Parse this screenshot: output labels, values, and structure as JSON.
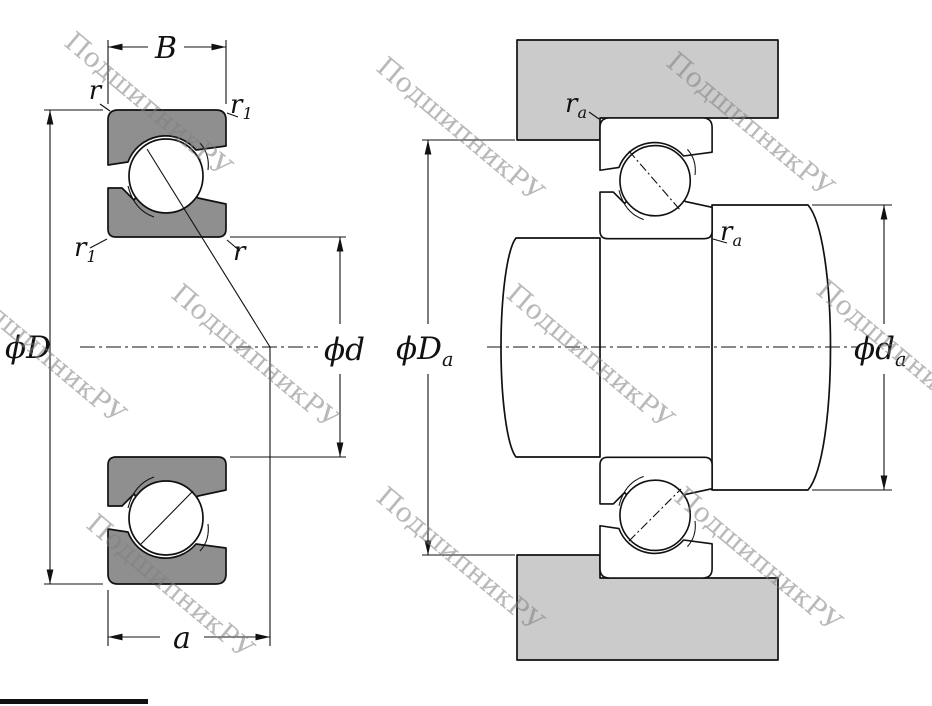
{
  "watermark": {
    "text": "ПодшипникРУ"
  },
  "colors": {
    "ring_fill": "#8f8f8f",
    "housing_fill": "#cbcbcb",
    "line": "#111111",
    "watermark": "rgba(128,128,128,0.55)"
  },
  "labels": {
    "width_B": {
      "main": "B",
      "sub": ""
    },
    "radius_r_outer": {
      "main": "r",
      "sub": ""
    },
    "radius_r1_outer": {
      "main": "r",
      "sub": "1"
    },
    "radius_r1_inner": {
      "main": "r",
      "sub": "1"
    },
    "radius_r_inner": {
      "main": "r",
      "sub": ""
    },
    "outer_diameter": {
      "main": "ϕD",
      "sub": ""
    },
    "bore_diameter": {
      "main": "ϕd",
      "sub": ""
    },
    "dim_a": {
      "main": "a",
      "sub": ""
    },
    "housing_fillet_ra": {
      "main": "r",
      "sub": "a"
    },
    "shaft_fillet_ra": {
      "main": "r",
      "sub": "a"
    },
    "housing_abutment_Da": {
      "main": "ϕD",
      "sub": "a"
    },
    "shaft_abutment_da": {
      "main": "ϕd",
      "sub": "a"
    }
  }
}
